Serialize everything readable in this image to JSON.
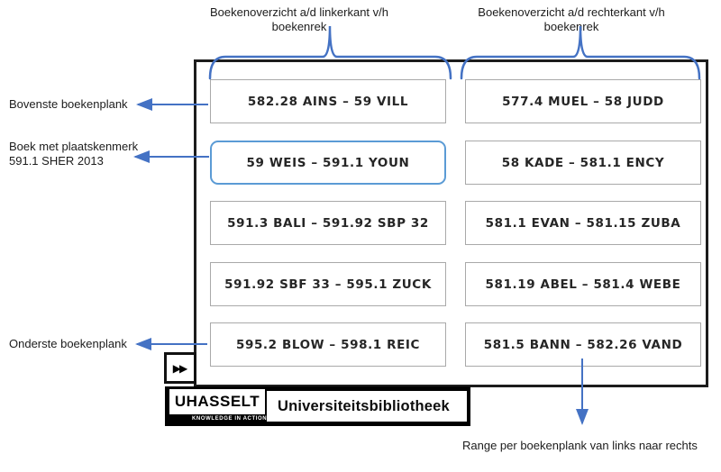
{
  "annotations": {
    "top_left_label": "Boekenoverzicht a/d linkerkant v/h boekenrek",
    "top_right_label": "Boekenoverzicht a/d rechterkant v/h boekenrek",
    "bovenste_label": "Bovenste boekenplank",
    "boek_label_line1": "Boek met plaatskenmerk",
    "boek_label_line2": "591.1 SHER 2013",
    "onderste_label": "Onderste boekenplank",
    "range_label": "Range per boekenplank van links naar rechts"
  },
  "rack": {
    "left_column": [
      "582.28 AINS – 59 VILL",
      "59 WEIS – 591.1 YOUN",
      "591.3 BALI – 591.92 SBP 32",
      "591.92 SBF 33 – 595.1 ZUCK",
      "595.2 BLOW – 598.1 REIC"
    ],
    "right_column": [
      "577.4 MUEL – 58 JUDD",
      "58 KADE – 581.1 ENCY",
      "581.1 EVAN – 581.15 ZUBA",
      "581.19 ABEL – 581.4 WEBE",
      "581.5 BANN – 582.26 VAND"
    ],
    "highlighted_range": "59 WEIS – 591.1 YOUN"
  },
  "nav": {
    "fast_forward_icon": "▶▶"
  },
  "footer": {
    "brand": "UHASSELT",
    "tagline": "KNOWLEDGE IN ACTION",
    "unit": "Universiteitsbibliotheek"
  },
  "colors": {
    "accent_blue": "#4472C4",
    "highlight_blue": "#5B9BD5",
    "frame_black": "#1c1c1c",
    "box_border_gray": "#a9a9a9"
  }
}
